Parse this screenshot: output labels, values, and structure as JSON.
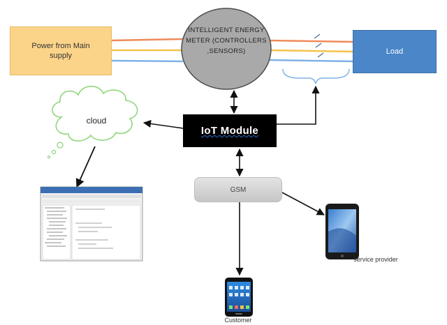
{
  "nodes": {
    "power_supply": "Power from Main supply",
    "meter": "INTELLIGENT ENERGY METER (CONTROLLERS ,SENSORS)",
    "load": "Load",
    "iot_module": "IoT Module",
    "cloud": "cloud",
    "gsm": "GSM",
    "service_provider": "service provider",
    "customer": "Customer"
  },
  "colors": {
    "power_box": "#fbd48a",
    "load_box": "#4a86c8",
    "meter_fill": "#a9a9a9",
    "iot_box": "#000000",
    "gsm_box": "#d0d0d0",
    "wire_red": "#ef8a5a",
    "wire_yellow": "#f3c34a",
    "wire_blue": "#7fb2e6"
  },
  "icons": [
    "cloud-icon",
    "software-window-icon",
    "smartphone-icon",
    "tablet-phone-icon"
  ]
}
